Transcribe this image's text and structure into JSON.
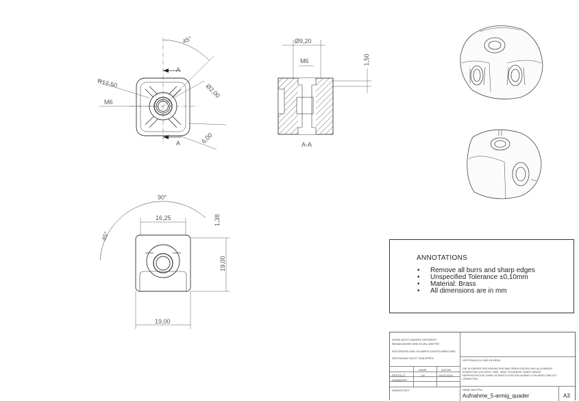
{
  "views": {
    "front": {
      "angle_label": "45°",
      "radius_label": "R12,50",
      "thread_label": "M6",
      "hole_label": "Ø2,00",
      "offset_label": "6,00",
      "section_mark_top": "A",
      "section_mark_bottom": "A"
    },
    "section": {
      "diameter_label": "Ø9,20",
      "thread_label": "M6",
      "depth_label": "1,50",
      "caption": "A-A"
    },
    "top": {
      "angle_label": "90°",
      "side_angle_label": "45°",
      "width_inner_label": "16,25",
      "height_offset_label": "1,38",
      "height_label": "19,00",
      "width_label": "19,00"
    }
  },
  "annotations": {
    "title": "ANNOTATIONS",
    "items": [
      "Remove all burrs and sharp edges",
      "Unspecified Tolerance ±0,10mm",
      "Material: Brass",
      "All dimensions are in mm"
    ]
  },
  "title_block": {
    "note1": "WENN NICHT ANDERS DEFINIERT:",
    "note2": "BEMAßUNGEN SIND IN MILLIMETER",
    "note3": "ENTGRATEN UND SCHARFE KANTEN BRECHEN",
    "note4": "ZEICHNUNG NICHT SKALIEREN",
    "confidential": "VERTRAULICH UND GEHEIM:",
    "legal": "DIE IN DIESER ZEICHNUNG ENTHALTENEN DATEN UND ALLEINIGES EIGENTUM VON APEX ONE. JEDE TEILWEISE ODER GANZE REPRODUKTION OHNE SCHRIFTLICHE ERLAUBNIS VON APEX ONE IST VERBOTEN.",
    "col_name": "NAME",
    "col_date": "DATUM",
    "row_created": "ERSTELLT",
    "row_changed": "GEÄNDERT",
    "created_name": "LB",
    "created_date": "03.02.2021",
    "material_label": "WERKSTOFF:",
    "part_name_label": "NAME BAUTEIL:",
    "part_name": "Aufnahme_5-armig_quader",
    "sheet_size": "A3"
  }
}
